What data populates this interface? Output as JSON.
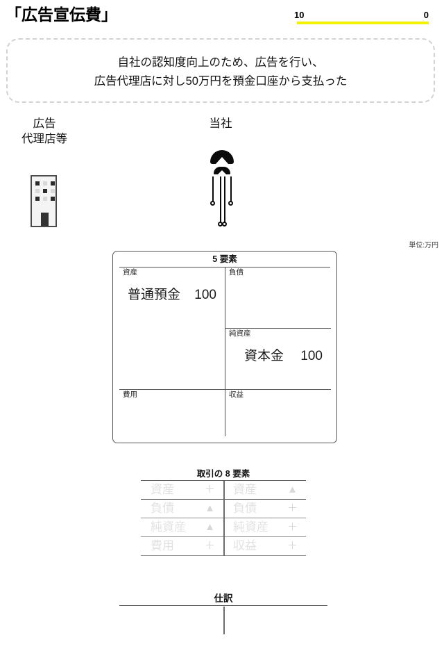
{
  "header": {
    "title": "「広告宣伝費」",
    "progress": {
      "left_label": "10",
      "right_label": "0",
      "bar_color": "#f2f200"
    }
  },
  "description": {
    "text": "自社の認知度向上のため、広告を行い、\n広告代理店に対し50万円を預金口座から支払った"
  },
  "parties": {
    "left": {
      "label": "広告\n代理店等",
      "icon": "building-icon"
    },
    "right": {
      "label": "当社",
      "icon": "person-icon"
    }
  },
  "unit_note": "単位:万円",
  "five_elements": {
    "title": "5 要素",
    "cells": {
      "assets": {
        "caption": "資産",
        "account": "普通預金",
        "amount": "100"
      },
      "liabilities": {
        "caption": "負債",
        "account": "",
        "amount": ""
      },
      "equity": {
        "caption": "純資産",
        "account": "資本金",
        "amount": "100"
      },
      "expenses": {
        "caption": "費用",
        "account": "",
        "amount": ""
      },
      "revenue": {
        "caption": "収益",
        "account": "",
        "amount": ""
      }
    }
  },
  "eight_elements": {
    "title": "取引の 8 要素",
    "rows": [
      {
        "left_label": "資産",
        "left_sign": "＋",
        "right_label": "資産",
        "right_sign": "▲"
      },
      {
        "left_label": "負債",
        "left_sign": "▲",
        "right_label": "負債",
        "right_sign": "＋"
      },
      {
        "left_label": "純資産",
        "left_sign": "▲",
        "right_label": "純資産",
        "right_sign": "＋"
      },
      {
        "left_label": "費用",
        "left_sign": "＋",
        "right_label": "収益",
        "right_sign": "＋"
      }
    ]
  },
  "journal": {
    "title": "仕訳",
    "debit_entry": "",
    "credit_entry": ""
  }
}
